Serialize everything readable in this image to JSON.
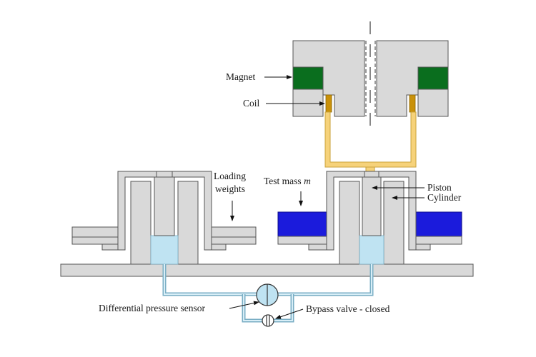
{
  "labels": {
    "magnet": "Magnet",
    "coil": "Coil",
    "loading_weights_line1": "Loading",
    "loading_weights_line2": "weights",
    "test_mass": "Test mass ",
    "test_mass_symbol": "m",
    "piston": "Piston",
    "cylinder": "Cylinder",
    "differential_pressure_sensor": "Differential pressure sensor",
    "bypass_valve": "Bypass valve - closed"
  },
  "colors": {
    "housing": "#d9d9d9",
    "magnet": "#0a6e1e",
    "coil": "#c9910a",
    "gold_tubing": "#f6d27a",
    "test_mass": "#1b1bdc",
    "fluid": "#bfe3f2",
    "outline": "#555555"
  }
}
